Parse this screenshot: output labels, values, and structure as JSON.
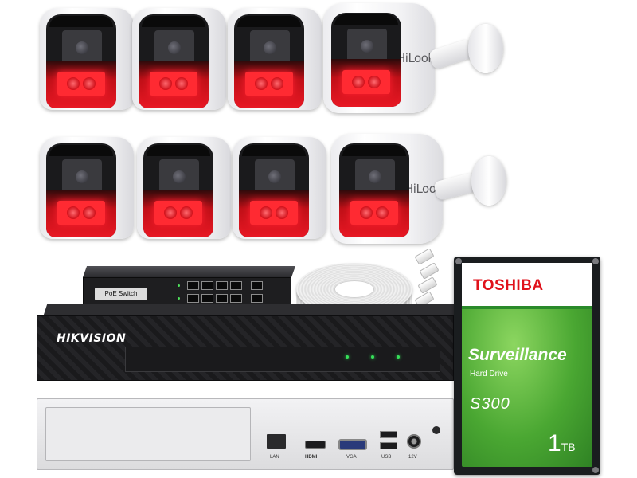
{
  "product_image": {
    "cameras": {
      "count": 8,
      "brand": "HiLook",
      "illumination_color": "#e81824"
    },
    "poe_switch": {
      "title": "PoE Switch",
      "ports": 8,
      "uplink_ports": 2
    },
    "cable": {
      "connectors": 4
    },
    "nvr": {
      "brand": "HIKVISION",
      "rear_ports": {
        "lan": "LAN",
        "hdmi": "HDMI",
        "vga": "VGA",
        "usb": "USB",
        "power": "12V"
      }
    },
    "hdd": {
      "brand": "TOSHIBA",
      "product": "Surveillance",
      "subtitle": "Hard Drive",
      "series": "S300",
      "capacity_value": "1",
      "capacity_unit": "TB",
      "label_color": "#4aa732",
      "brand_color": "#e0121b"
    }
  }
}
